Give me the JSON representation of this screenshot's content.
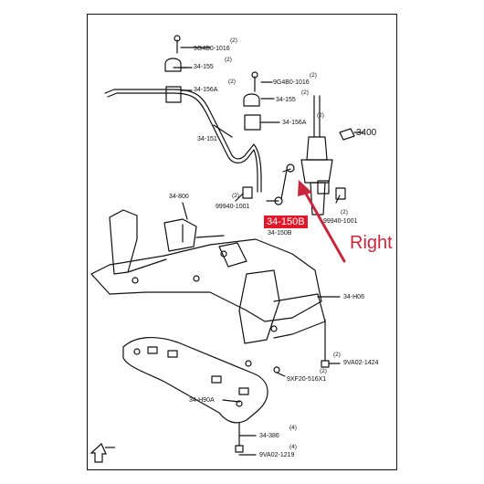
{
  "labels": {
    "p9g4b0_1016_top": "9G4B0-1016",
    "p34_155_top": "34-155",
    "p34_156a_top": "34-156A",
    "p9g4b0_1016_mid": "9G4B0-1016",
    "p34_155_mid": "34-155",
    "p34_156a_mid": "34-156A",
    "p34_151": "34-151",
    "p3400": "3400",
    "p99940_1001_left": "99940-1001",
    "p99940_1001_right": "99940-1001",
    "p34_800": "34-800",
    "p34_150b": "34-150B",
    "p34_150b_small": "34-150B",
    "right": "Right",
    "p34_h06": "34-H06",
    "p9va02_1424": "9VA02-1424",
    "p9xf20_516x1": "9XF20-516X1",
    "p34_h90a": "34-H90A",
    "p34_386": "34-386",
    "p9va02_1219": "9VA02-1219"
  },
  "quantities": {
    "q1": "(2)",
    "q2": "(2)",
    "q3": "(2)",
    "q4": "(2)",
    "q5": "(2)",
    "q6": "(2)",
    "q7": "(2)",
    "q8": "(2)",
    "q9": "(2)",
    "q10": "(2)",
    "q11": "(4)",
    "q12": "(4)"
  },
  "colors": {
    "highlight": "#e0192a",
    "arrow": "#c8283c",
    "line": "#111111"
  }
}
